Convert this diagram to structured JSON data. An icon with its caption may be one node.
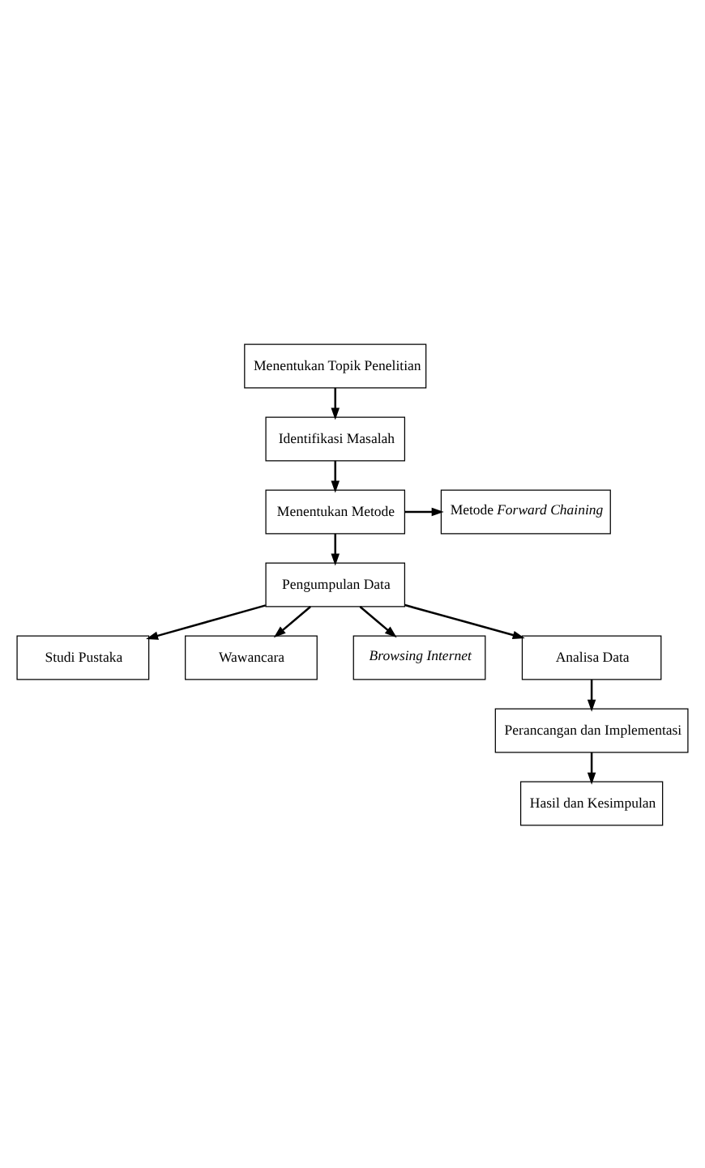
{
  "diagram": {
    "nodes": [
      {
        "text": [
          "Menentukan Topik Penelitian"
        ]
      },
      {
        "text": [
          "Identifikasi Masalah"
        ]
      },
      {
        "text": [
          "Menentukan Metode"
        ]
      },
      {
        "text": [
          "Metode *Forward Chaining*"
        ]
      },
      {
        "text": [
          "Pengumpulan Data"
        ]
      },
      {
        "text": [
          "Studi Pustaka"
        ]
      },
      {
        "text": [
          "Wawancara"
        ]
      },
      {
        "text": [
          "Browsing Internet"
        ]
      },
      {
        "text": [
          "Analisa Data"
        ]
      },
      {
        "text": [
          "Perancangan dan Implementasi"
        ]
      },
      {
        "text": [
          "Hasil dan Kesimpulan"
        ]
      }
    ],
    "edges": [
      {
        "from": 0,
        "to": 1,
        "arrow": "to"
      },
      {
        "from": 1,
        "to": 2,
        "arrow": "to"
      },
      {
        "from": 2,
        "to": 3,
        "arrow": "to"
      },
      {
        "from": 2,
        "to": 4,
        "arrow": "to"
      },
      {
        "from": 4,
        "to": 5,
        "arrow": "to"
      },
      {
        "from": 4,
        "to": 6,
        "arrow": "to"
      },
      {
        "from": 4,
        "to": 7,
        "arrow": "to"
      },
      {
        "from": 4,
        "to": 8,
        "arrow": "to"
      },
      {
        "from": 8,
        "to": 9,
        "arrow": "to"
      },
      {
        "from": 9,
        "to": 10,
        "arrow": "to"
      }
    ]
  }
}
